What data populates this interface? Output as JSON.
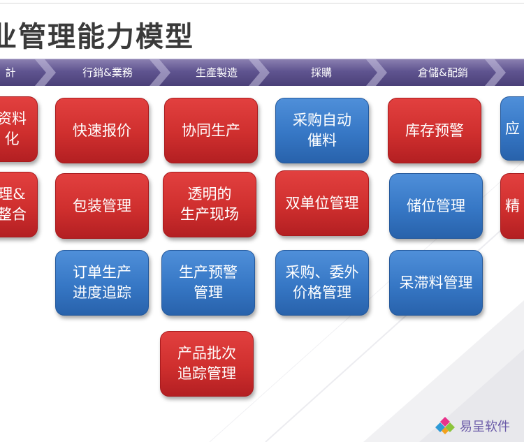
{
  "title": "业管理能力模型",
  "stages": [
    "計",
    "行銷&業務",
    "生產製造",
    "採購",
    "倉儲&配銷",
    ""
  ],
  "cards": [
    {
      "text": "资料\n化",
      "color": "red"
    },
    {
      "text": "理&\n整合",
      "color": "red"
    },
    {
      "text": "快速报价",
      "color": "red"
    },
    {
      "text": "包装管理",
      "color": "red"
    },
    {
      "text": "订单生产\n进度追踪",
      "color": "blue"
    },
    {
      "text": "协同生产",
      "color": "red"
    },
    {
      "text": "透明的\n生产现场",
      "color": "red"
    },
    {
      "text": "生产预警\n管理",
      "color": "blue"
    },
    {
      "text": "产品批次\n追踪管理",
      "color": "red"
    },
    {
      "text": "采购自动\n催料",
      "color": "blue"
    },
    {
      "text": "双单位管理",
      "color": "red"
    },
    {
      "text": "采购、委外\n价格管理",
      "color": "blue"
    },
    {
      "text": "库存预警",
      "color": "red"
    },
    {
      "text": "储位管理",
      "color": "blue"
    },
    {
      "text": "呆滞料管理",
      "color": "blue"
    },
    {
      "text": "应",
      "color": "blue"
    },
    {
      "text": "精",
      "color": "red"
    }
  ],
  "logo": {
    "name": "易呈软件"
  },
  "colors": {
    "bar": "#5f5490",
    "red": "#cf2f2e",
    "blue": "#3677c5"
  }
}
